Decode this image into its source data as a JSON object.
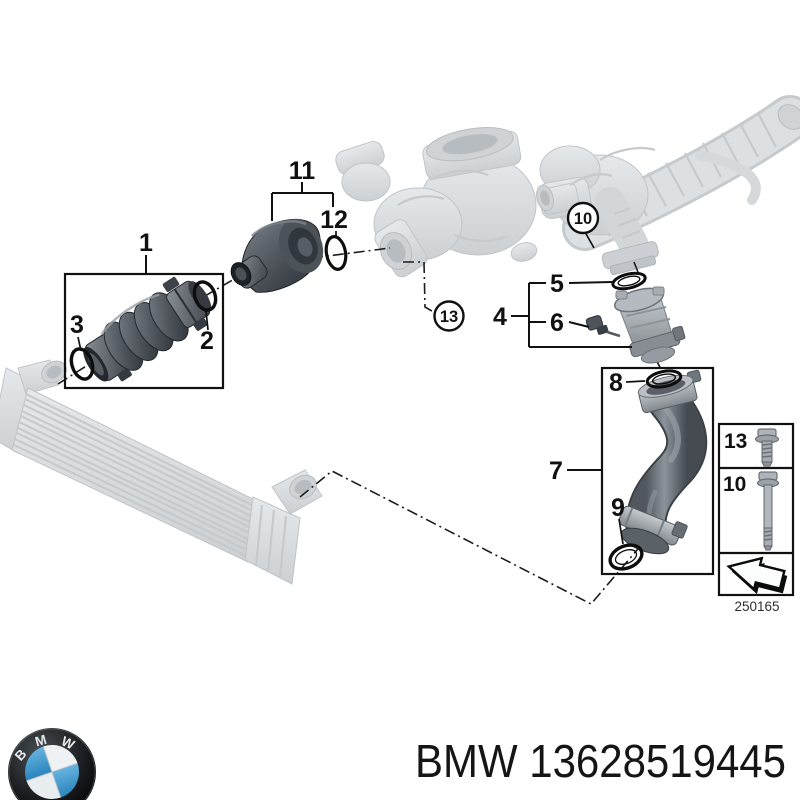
{
  "page": {
    "background": "#ffffff"
  },
  "diagram": {
    "title": "BMW charge-air duct exploded parts diagram",
    "callouts": {
      "n1": "1",
      "n2": "2",
      "n3": "3",
      "n4": "4",
      "n5": "5",
      "n6": "6",
      "n7": "7",
      "n8": "8",
      "n9": "9",
      "n10": "10",
      "n11": "11",
      "n12": "12",
      "n13": "13"
    },
    "legend": {
      "rows": [
        {
          "num": "13",
          "icon": "short-bolt-icon"
        },
        {
          "num": "10",
          "icon": "long-bolt-icon"
        }
      ],
      "direction_icon": "arrow-front-left-icon",
      "drawing_number": "250165"
    }
  },
  "footer": {
    "brand_logo": {
      "letters": {
        "b": "B",
        "m": "M",
        "w": "W"
      },
      "ring_color": "#0b0d0f",
      "blue": "#3b99d2",
      "white": "#eef2f4"
    },
    "part_number_label": "BMW 13628519445"
  },
  "colors": {
    "ghost_fill": "#d9dcdf",
    "ghost_edge": "#c2c6c9",
    "dark_part": "#474d53",
    "line": "#111111"
  }
}
